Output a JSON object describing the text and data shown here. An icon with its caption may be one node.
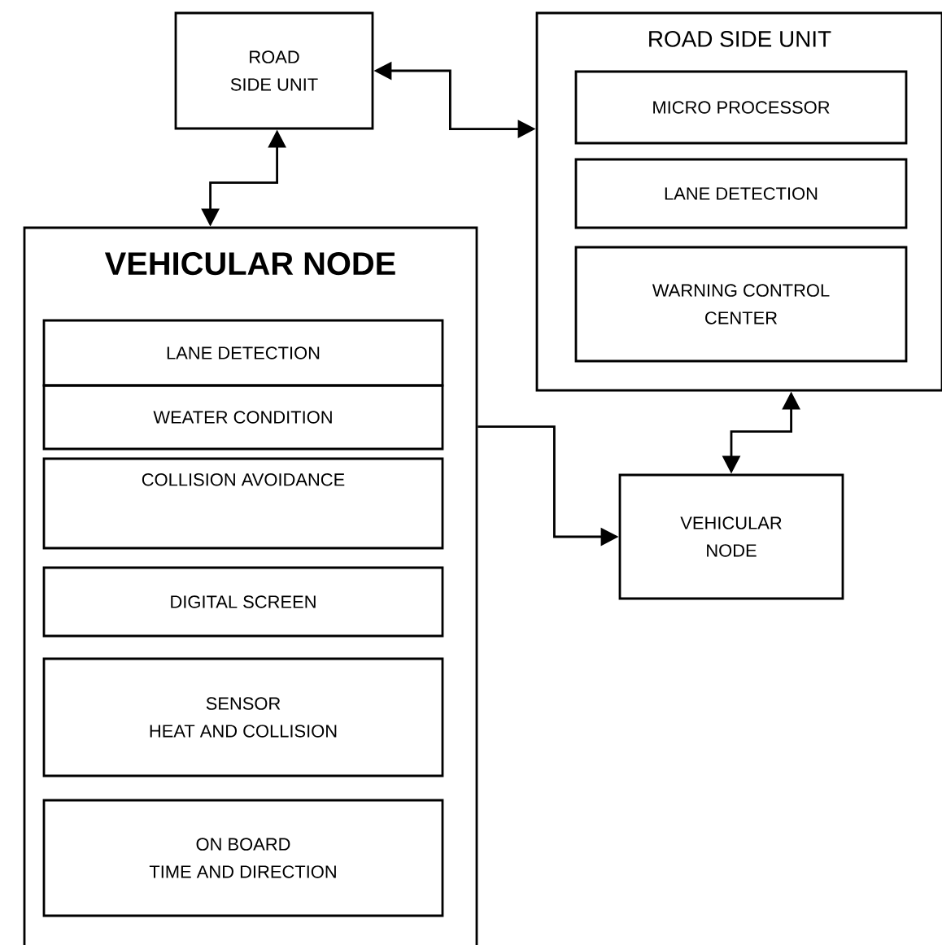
{
  "diagram": {
    "nodes": [
      {
        "text": [
          "ROAD SIDE UNIT"
        ]
      },
      {
        "text": [
          "ROAD SIDE UNIT"
        ]
      },
      {
        "text": [
          "MICRO PROCESSOR"
        ],
        "in": 1
      },
      {
        "text": [
          "LANE DETECTION"
        ],
        "in": 1
      },
      {
        "text": [
          "WARNING CONTROL CENTER"
        ],
        "in": 1
      },
      {
        "text": [
          "VEHICULAR NODE"
        ]
      },
      {
        "text": [
          "LANE DETECTION"
        ],
        "in": 5
      },
      {
        "text": [
          "WEATER CONDITION"
        ],
        "in": 5
      },
      {
        "text": [
          "COLLISION AVOIDANCE"
        ],
        "in": 5
      },
      {
        "text": [
          "DIGITAL SCREEN"
        ],
        "in": 5
      },
      {
        "text": [
          "SENSOR",
          "HEAT AND COLLISION"
        ],
        "in": 5
      },
      {
        "text": [
          "ON BOARD",
          "TIME AND DIRECTION"
        ],
        "in": 5
      },
      {
        "text": [
          "VEHICULAR NODE"
        ]
      }
    ],
    "edges": [
      {
        "from": 0,
        "to": 1,
        "arrow": "both"
      },
      {
        "from": 5,
        "to": 0,
        "arrow": "both"
      },
      {
        "from": 5,
        "to": 12,
        "arrow": "to"
      },
      {
        "from": 12,
        "to": 1,
        "arrow": "both"
      }
    ]
  }
}
